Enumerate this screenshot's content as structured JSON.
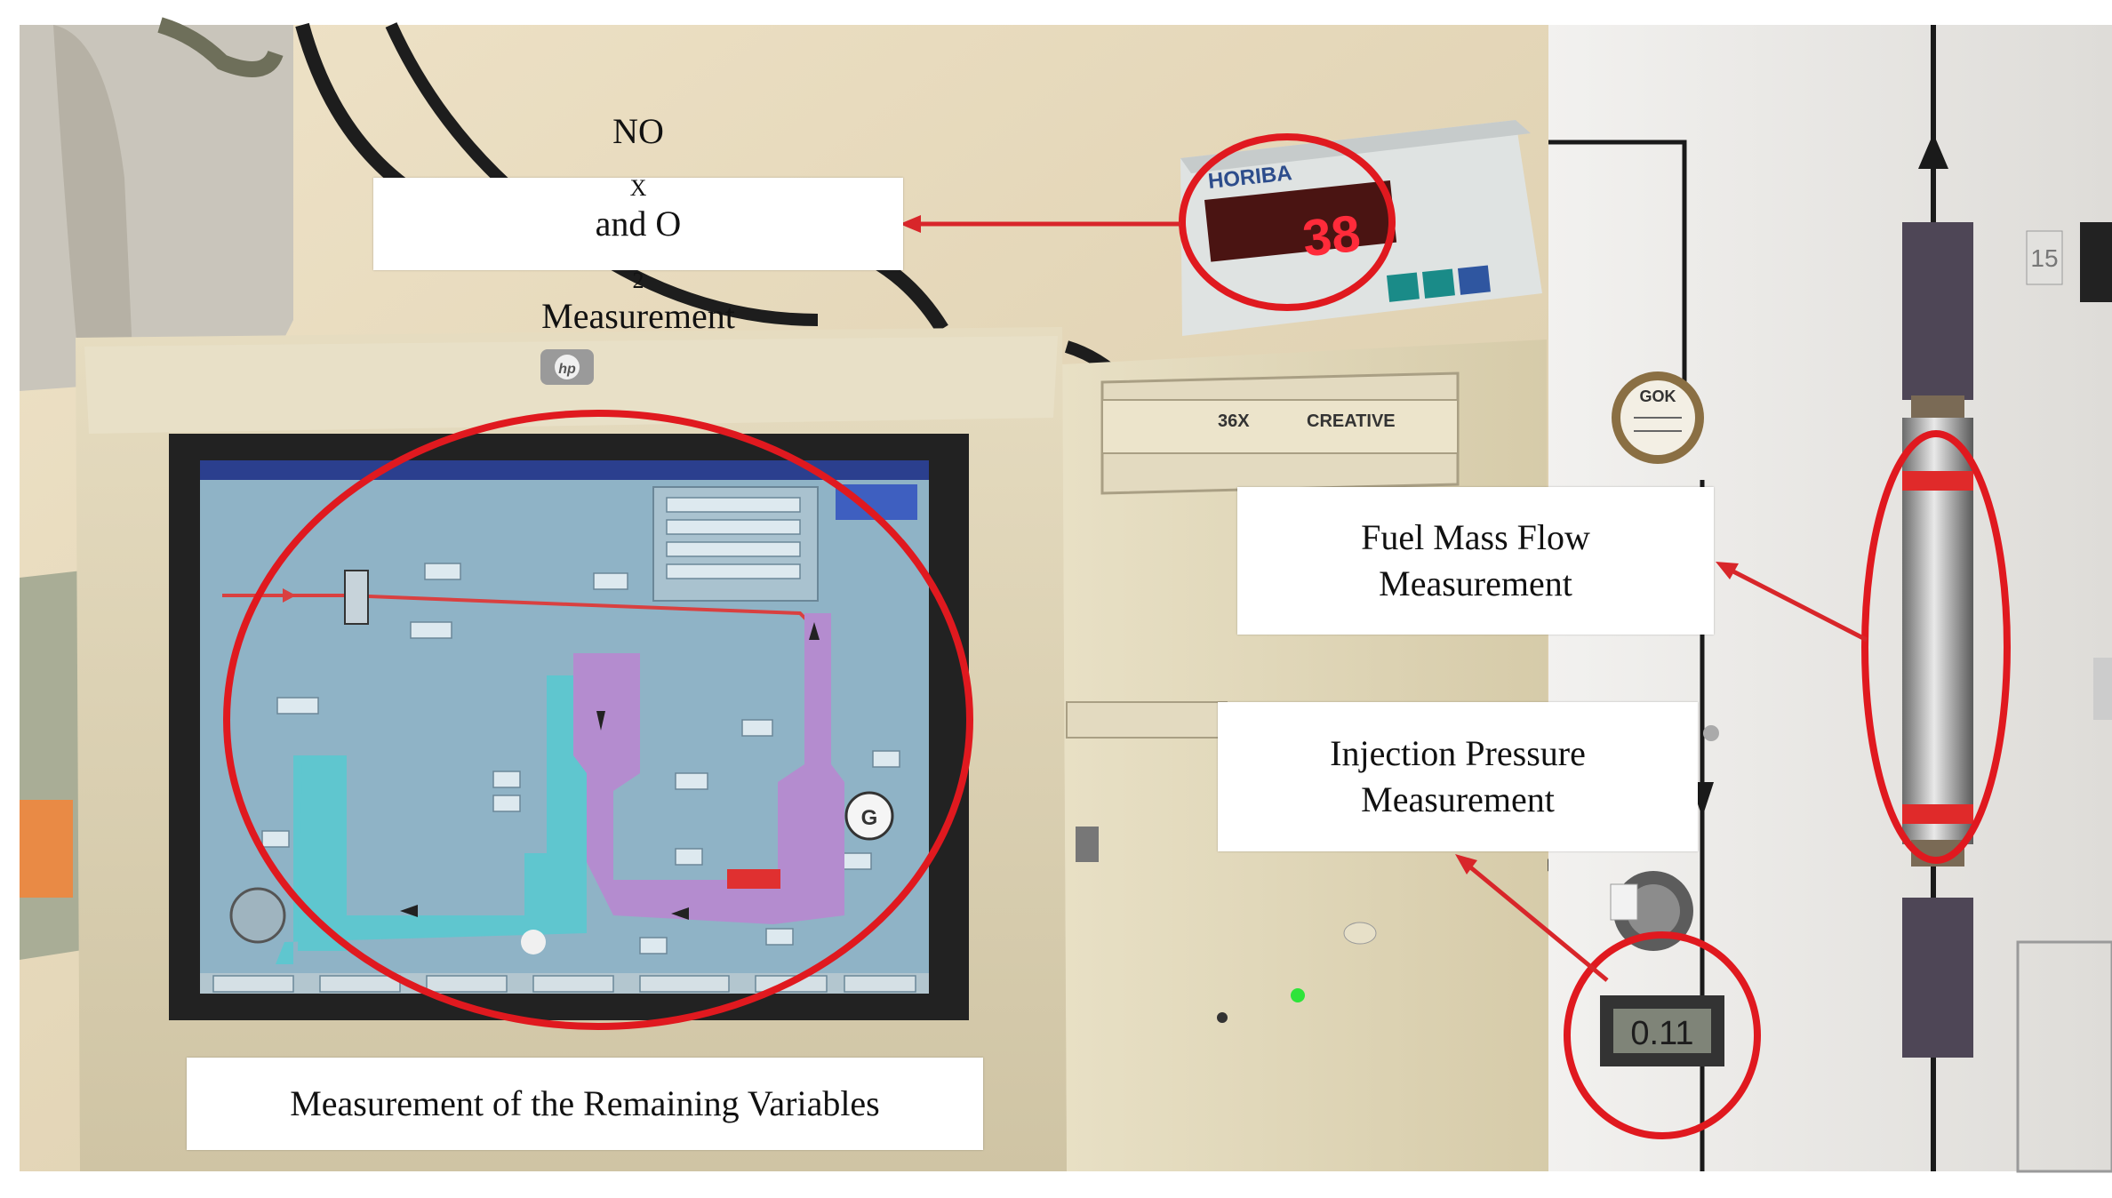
{
  "labels": {
    "nox_o2": {
      "prefix_no": "NO",
      "sub_x": "X",
      "middle": " and O",
      "sub_2": "2",
      "suffix": " Measurement"
    },
    "fuel_line1": "Fuel Mass Flow",
    "fuel_line2": "Measurement",
    "injection_line1": "Injection Pressure",
    "injection_line2": "Measurement",
    "remaining": "Measurement of the Remaining Variables"
  },
  "device_readouts": {
    "analyzer_brand": "HORIBA",
    "analyzer_display": "38",
    "drive_text_left": "36X",
    "drive_text_right": "CREATIVE",
    "gauge_display": "0.11",
    "panel_number": "15"
  },
  "colors": {
    "highlight_red": "#e0191f",
    "arrow_red": "#d8262a",
    "screen_bg": "#8fb3c6",
    "pipe_cyan": "#5fc6cf",
    "vessel_purple": "#b48ccf",
    "wall_beige": "#e9dcc0",
    "monitor_beige": "#ddd3b6",
    "panel_white": "#ecebe8"
  },
  "icons": [
    "hp-logo-icon",
    "generator-icon",
    "fan-icon",
    "arrow-icon"
  ]
}
